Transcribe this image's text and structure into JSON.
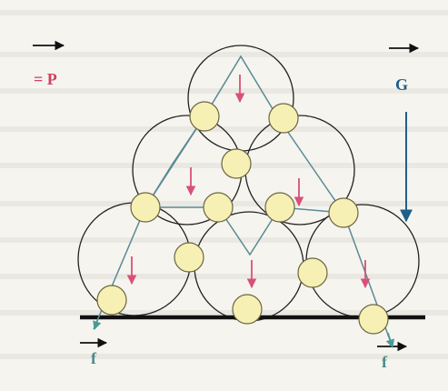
{
  "labels": {
    "p_equals": "= P",
    "g": "G",
    "f_left": "f",
    "f_right": "f"
  },
  "colors": {
    "background": "#f6f4ef",
    "outline": "#222222",
    "small_circle_fill": "#f6f0b4",
    "small_circle_stroke": "#6a6640",
    "weight_arrow": "#d8507a",
    "force_line": "#5a8a95",
    "gravity_arrow": "#1f5f8a",
    "label_p": "#d04060",
    "label_g": "#1f5f8a",
    "label_f": "#4a8a8a",
    "ground": "#111111"
  },
  "icons": {
    "reference_arrow": "arrow-right-icon",
    "gravity_arrow": "arrow-down-icon",
    "weight_arrow": "arrow-down-icon"
  }
}
